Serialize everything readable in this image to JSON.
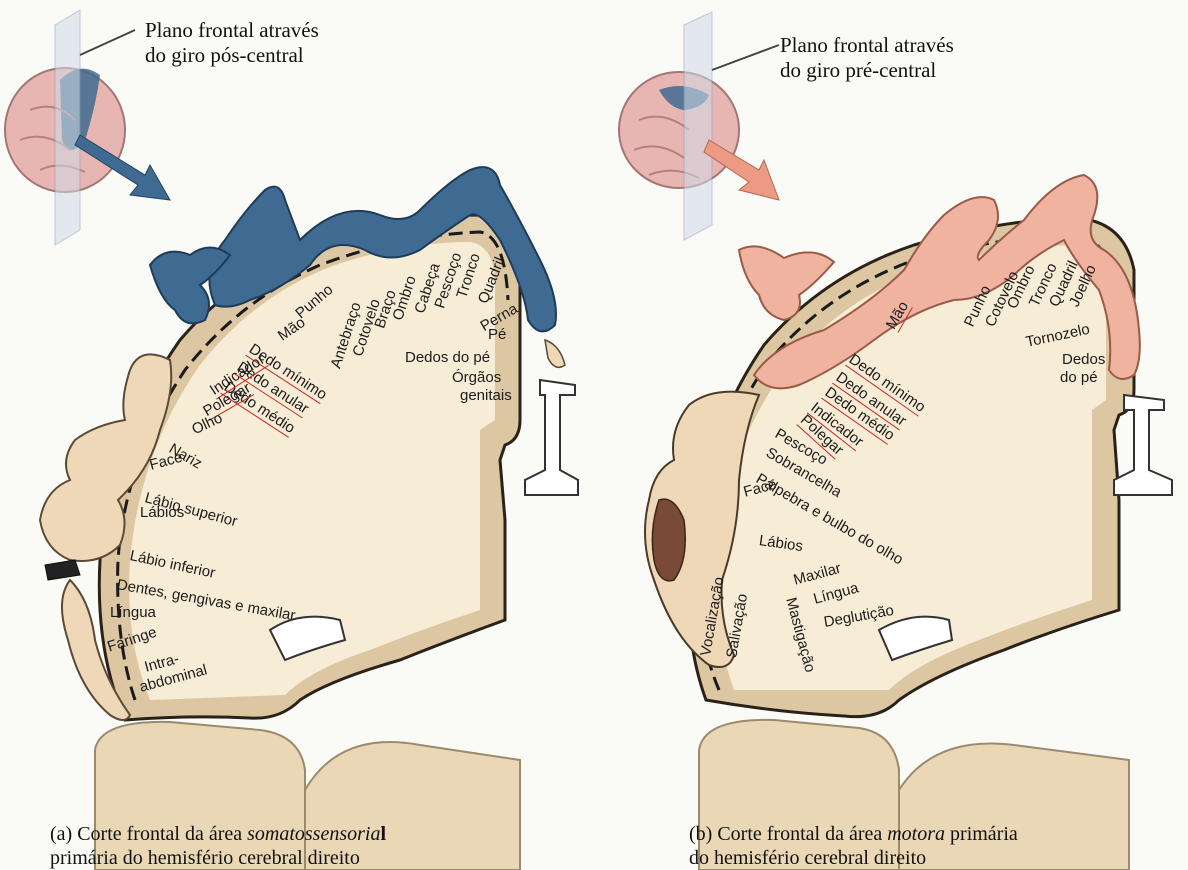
{
  "panels": [
    {
      "plane_label": [
        "Plano frontal através",
        "do giro pós-central"
      ],
      "caption": {
        "line1_prefix": "(a) Corte frontal da área ",
        "line1_italic": "somatossensoria",
        "line1_bold": "l",
        "line2": "primária do hemisfério cerebral direito"
      },
      "labels": [
        "Antebraço",
        "Cotovelo",
        "Braço",
        "Ombro",
        "Cabeça",
        "Pescoço",
        "Tronco",
        "Quadril",
        "Perna",
        "Pé",
        "Dedos do pé",
        "Órgãos",
        "genitais",
        "Punho",
        "Mão",
        "Dedo mínimo",
        "Dedo anular",
        "Dedo médio",
        "Indicador",
        "Polegar",
        "Olho",
        "Nariz",
        "Face",
        "Lábio superior",
        "Lábios",
        "Lábio inferior",
        "Dentes, gengivas e maxilar",
        "Língua",
        "Faringe",
        "Intra-",
        "abdominal"
      ]
    },
    {
      "plane_label": [
        "Plano frontal através",
        "do giro pré-central"
      ],
      "caption": {
        "line1_prefix": "(b) Corte frontal da área ",
        "line1_italic": "motora",
        "line1_suffix": " primária",
        "line2": "do hemisfério cerebral direito"
      },
      "labels": [
        "Mão",
        "Punho",
        "Cotovelo",
        "Ombro",
        "Tronco",
        "Quadril",
        "Joelho",
        "Tornozelo",
        "Dedos",
        "do pé",
        "Dedo mínimo",
        "Dedo anular",
        "Dedo médio",
        "Indicador",
        "Polegar",
        "Pescoço",
        "Sobrancelha",
        "Pálpebra e bulbo do olho",
        "Face",
        "Lábios",
        "Vocalização",
        "Salivação",
        "Mastigação",
        "Maxilar",
        "Língua",
        "Deglutição"
      ]
    }
  ],
  "colors": {
    "homunculus_sensory": "#3f6b92",
    "homunculus_motor": "#f0b3a0",
    "cortex": "#dcc7a2",
    "cortex_outline": "#2a2218",
    "skin": "#efd8b8",
    "underline": "#c62828",
    "brain": "#e8b6b2"
  }
}
